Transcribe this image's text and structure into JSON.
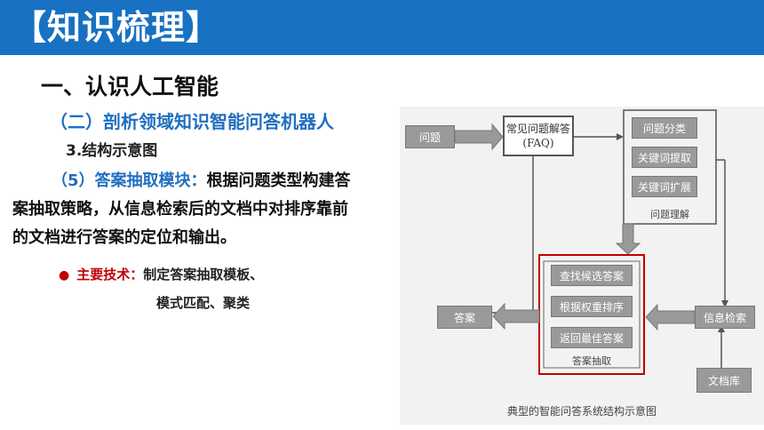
{
  "header": {
    "title": "【知识梳理】"
  },
  "section": {
    "h1": "一、认识人工智能",
    "h2": "（二）剖析领域知识智能问答机器人",
    "h3": "3.结构示意图",
    "para_lead": "（5）答案抽取模块：",
    "para_line1": "根据问题类型构建答",
    "para_line2": "案抽取策略，从信息检索后的文档中对排序靠前",
    "para_line3": "的文档进行答案的定位和输出。",
    "bullet_label": "主要技术：",
    "bullet_text1": "制定答案抽取模板、",
    "bullet_text2": "模式匹配、聚类"
  },
  "diagram": {
    "question": "问题",
    "faq_line1": "常见问题解答",
    "faq_line2": "(FAQ)",
    "qa_items": [
      "问题分类",
      "关键词提取",
      "关键词扩展"
    ],
    "qa_caption": "问题理解",
    "extract_items": [
      "查找候选答案",
      "根据权重排序",
      "返回最佳答案"
    ],
    "extract_caption": "答案抽取",
    "answer": "答案",
    "retrieval": "信息检索",
    "docbase": "文档库",
    "caption": "典型的智能问答系统结构示意图",
    "highlight_color": "#c00000"
  }
}
